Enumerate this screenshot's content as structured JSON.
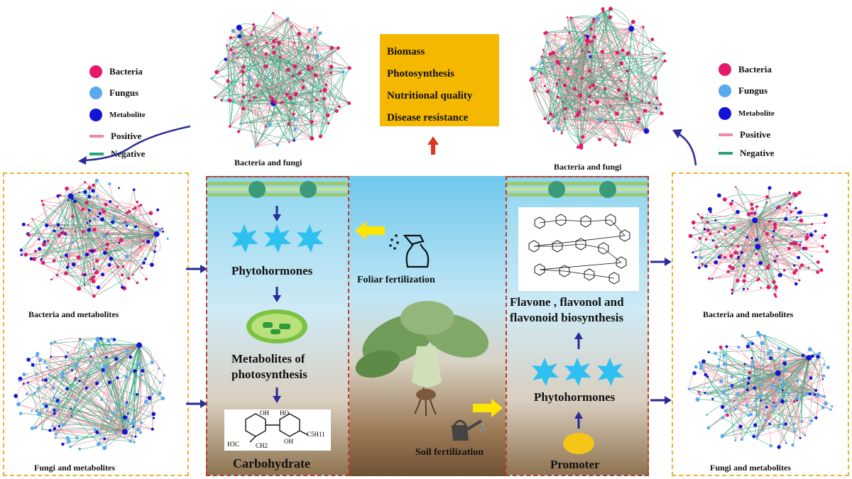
{
  "outcomes": [
    "Biomass",
    "Photosynthesis",
    "Nutritional quality",
    "Disease resistance"
  ],
  "legend": {
    "bacteria": "Bacteria",
    "fungus": "Fungus",
    "metabolite": "Metabolite",
    "positive": "Positive",
    "negative": "Negative"
  },
  "colors": {
    "bacteria": "#e4196c",
    "fungus": "#5aa8ee",
    "metabolite": "#1414d8",
    "positive": "#f08a9a",
    "negative": "#2aa57a",
    "outer_border": "#f0b030",
    "inner_border": "#c0392b",
    "arrow_blue": "#2a2a9a",
    "arrow_red": "#d9381e",
    "arrow_yellow": "#ffe600"
  },
  "networks": {
    "top_left": "Bacteria and fungi",
    "top_right": "Bacteria and fungi",
    "left_top": "Bacteria and metabolites",
    "left_bottom": "Fungi and metabolites",
    "right_top": "Bacteria and metabolites",
    "right_bottom": "Fungi and metabolites"
  },
  "left_pathway": {
    "phytohormones": "Phytohormones",
    "metabolites_line1": "Metabolites of",
    "metabolites_line2": "photosynthesis",
    "carbohydrate": "Carbohydrate",
    "struct_oh1": "OH",
    "struct_ho": "HO",
    "struct_oh2": "OH",
    "struct_c5": "C5H11",
    "struct_ch3": "H3C",
    "struct_ch2": "CH2"
  },
  "center": {
    "foliar": "Foliar fertilization",
    "soil": "Soil fertilization"
  },
  "right_pathway": {
    "flavone_line1": "Flavone , flavonol and",
    "flavone_line2": "flavonoid biosynthesis",
    "phytohormones": "Phytohormones",
    "promoter": "Promoter"
  }
}
